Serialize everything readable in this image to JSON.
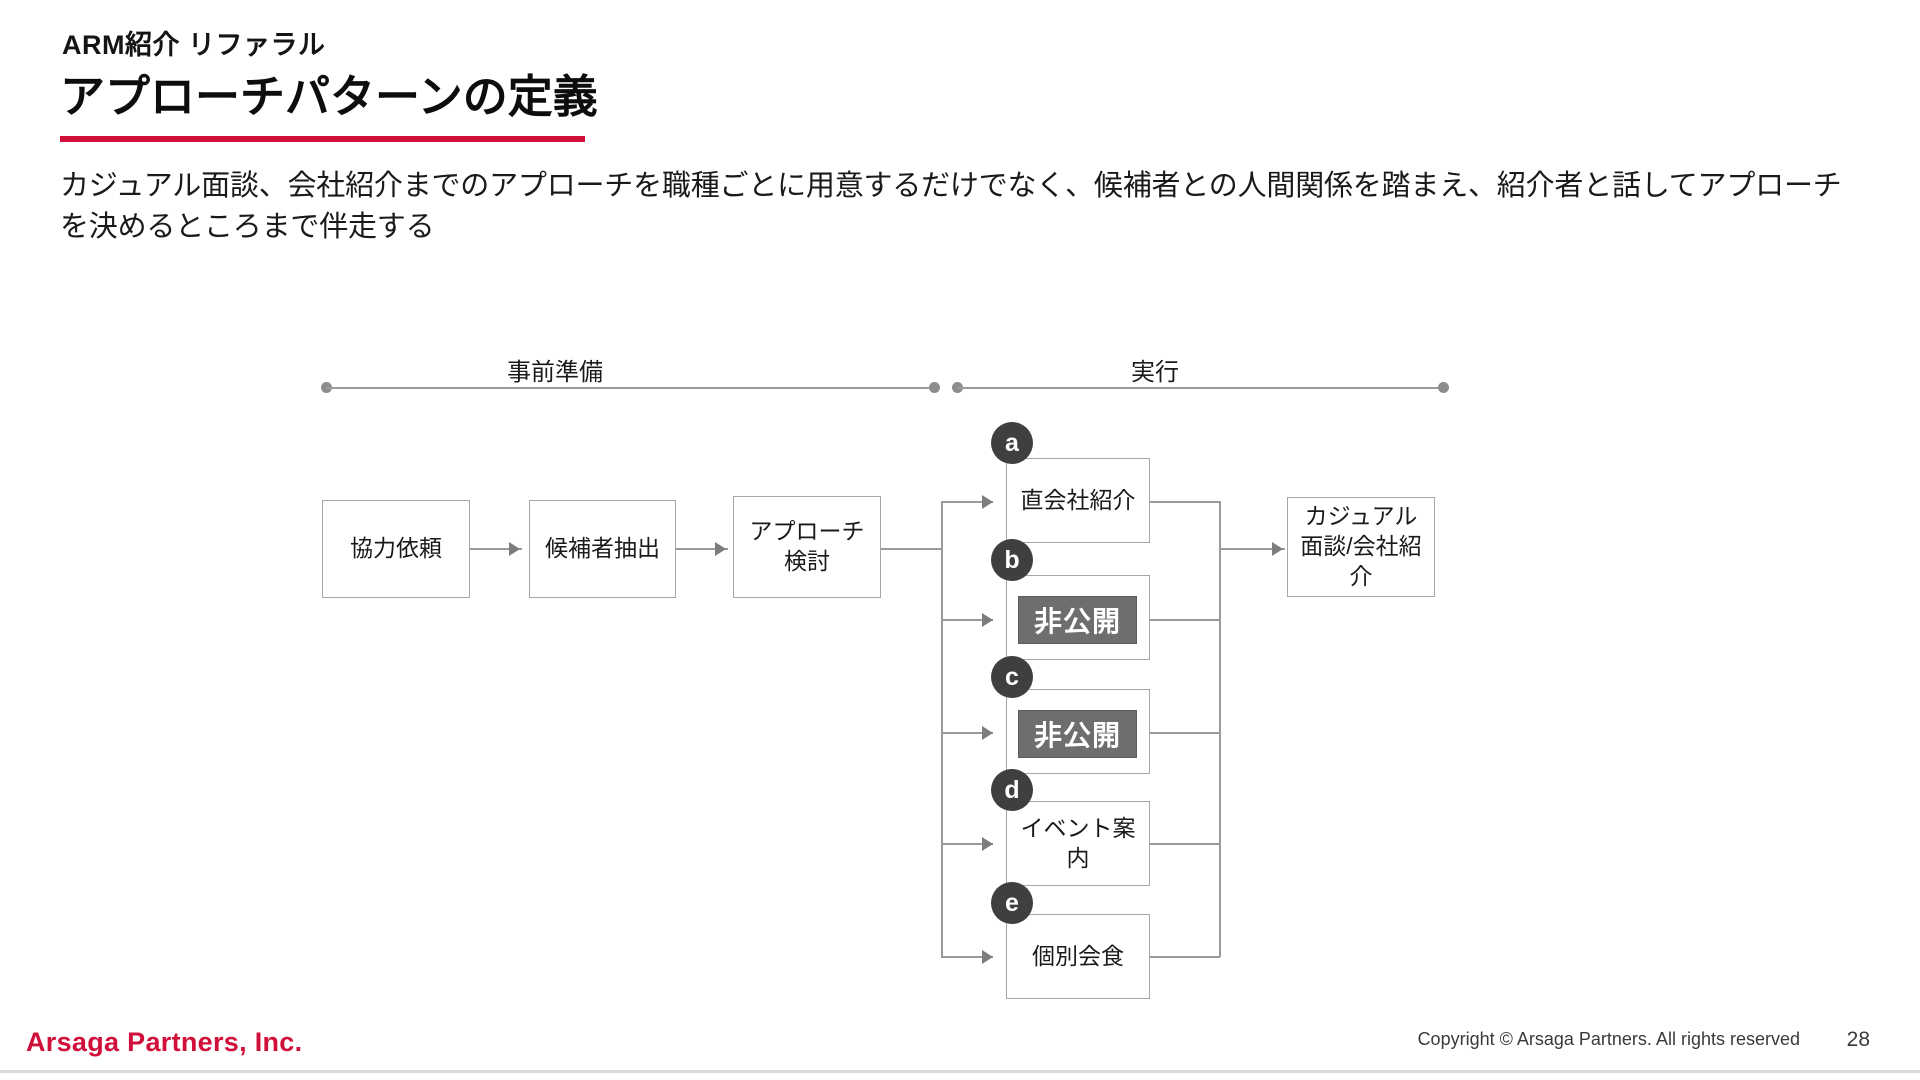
{
  "slide": {
    "eyebrow": "ARM紹介 リファラル",
    "title": "アプローチパターンの定義",
    "lead": "カジュアル面談、会社紹介までのアプローチを職種ごとに用意するだけでなく、候補者との人間関係を踏まえ、紹介者と話してアプローチを決めるところまで伴走する",
    "accent_color": "#d0103a"
  },
  "diagram": {
    "phases": [
      {
        "label": "事前準備"
      },
      {
        "label": "実行"
      }
    ],
    "prep_steps": [
      {
        "label": "協力依頼"
      },
      {
        "label": "候補者抽出"
      },
      {
        "label": "アプローチ検討"
      }
    ],
    "branches": [
      {
        "badge": "a",
        "label": "直会社紹介",
        "redacted": false
      },
      {
        "badge": "b",
        "label": "非公開",
        "redacted": true
      },
      {
        "badge": "c",
        "label": "非公開",
        "redacted": true
      },
      {
        "badge": "d",
        "label": "イベント案内",
        "redacted": false
      },
      {
        "badge": "e",
        "label": "個別会食",
        "redacted": false
      }
    ],
    "outcome": {
      "label": "カジュアル面談/会社紹介"
    },
    "line_color": "#9a9a9a",
    "badge_color": "#3f3f3f",
    "redacted_color": "#6e6e6e"
  },
  "footer": {
    "brand": "Arsaga Partners, Inc.",
    "copyright": "Copyright © Arsaga Partners. All rights reserved",
    "page_number": "28"
  }
}
